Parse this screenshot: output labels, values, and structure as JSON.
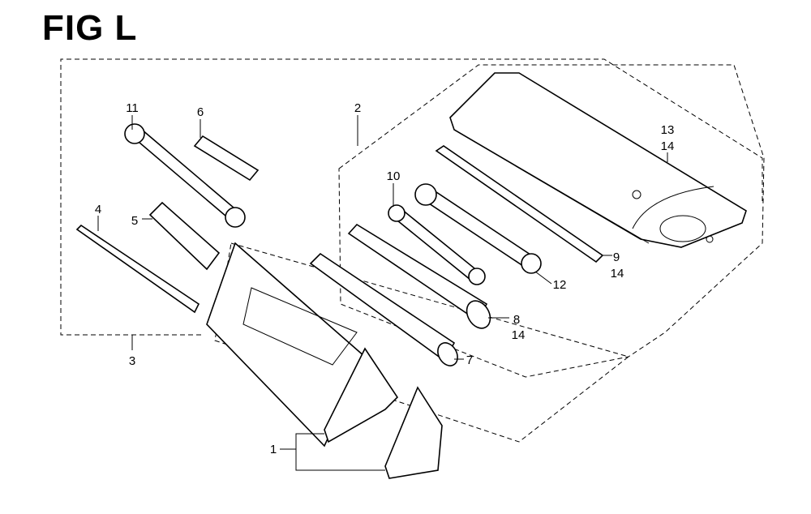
{
  "figure": {
    "title": "FIG L"
  },
  "callouts": {
    "c11": "11",
    "c6": "6",
    "c2": "2",
    "c13": "13",
    "c14a": "14",
    "c4": "4",
    "c5": "5",
    "c10": "10",
    "c9": "9",
    "c14b": "14",
    "c12": "12",
    "c8": "8",
    "c14c": "14",
    "c7": "7",
    "c3": "3",
    "c1": "1"
  }
}
